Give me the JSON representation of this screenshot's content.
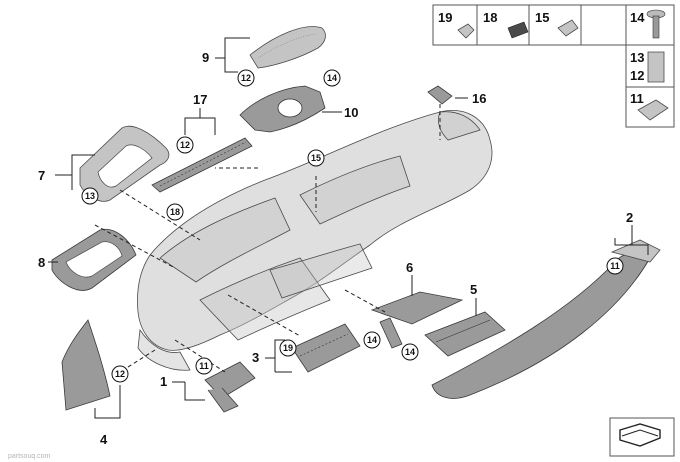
{
  "callouts": {
    "c1": "1",
    "c2": "2",
    "c3": "3",
    "c4": "4",
    "c5": "5",
    "c6": "6",
    "c7": "7",
    "c8": "8",
    "c9": "9",
    "c10": "10",
    "c16": "16",
    "c17": "17"
  },
  "circled": {
    "c11a": "11",
    "c11b": "11",
    "c12a": "12",
    "c12b": "12",
    "c12c": "12",
    "c13": "13",
    "c14a": "14",
    "c14b": "14",
    "c14c": "14",
    "c15": "15",
    "c18": "18",
    "c19": "19"
  },
  "legend": {
    "r1": [
      "19",
      "18",
      "15",
      "14"
    ],
    "r2a": "13",
    "r2b": "12",
    "r3": "11"
  },
  "watermark": "partsouq.com"
}
